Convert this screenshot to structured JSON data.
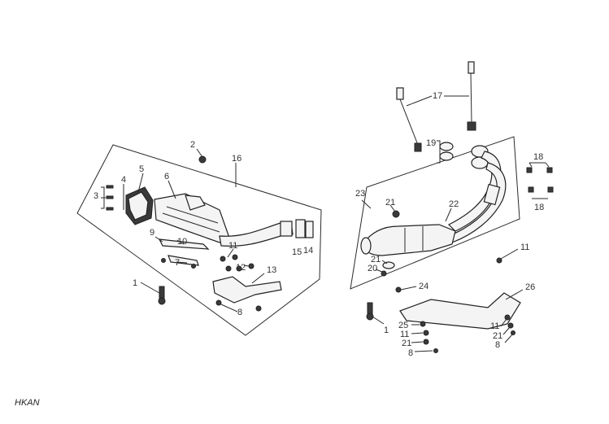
{
  "diagram": {
    "footer_code": "HKAN",
    "callouts": {
      "c1": "1",
      "c2": "2",
      "c3": "3",
      "c4": "4",
      "c5": "5",
      "c6": "6",
      "c7": "7",
      "c8": "8",
      "c9": "9",
      "c10": "10",
      "c11": "11",
      "c12": "12",
      "c13": "13",
      "c14": "14",
      "c15": "15",
      "c16": "16",
      "c17": "17",
      "c18a": "18",
      "c18b": "18",
      "c19": "19",
      "c20": "20",
      "c21a": "21",
      "c21b": "21",
      "c22": "22",
      "c23": "23",
      "c24": "24",
      "c1b": "1",
      "c25": "25",
      "c11b": "11",
      "c21c": "21",
      "c8b": "8",
      "c26": "26",
      "c11c": "11",
      "c21d": "21",
      "c8c": "8",
      "c11d": "11"
    }
  }
}
